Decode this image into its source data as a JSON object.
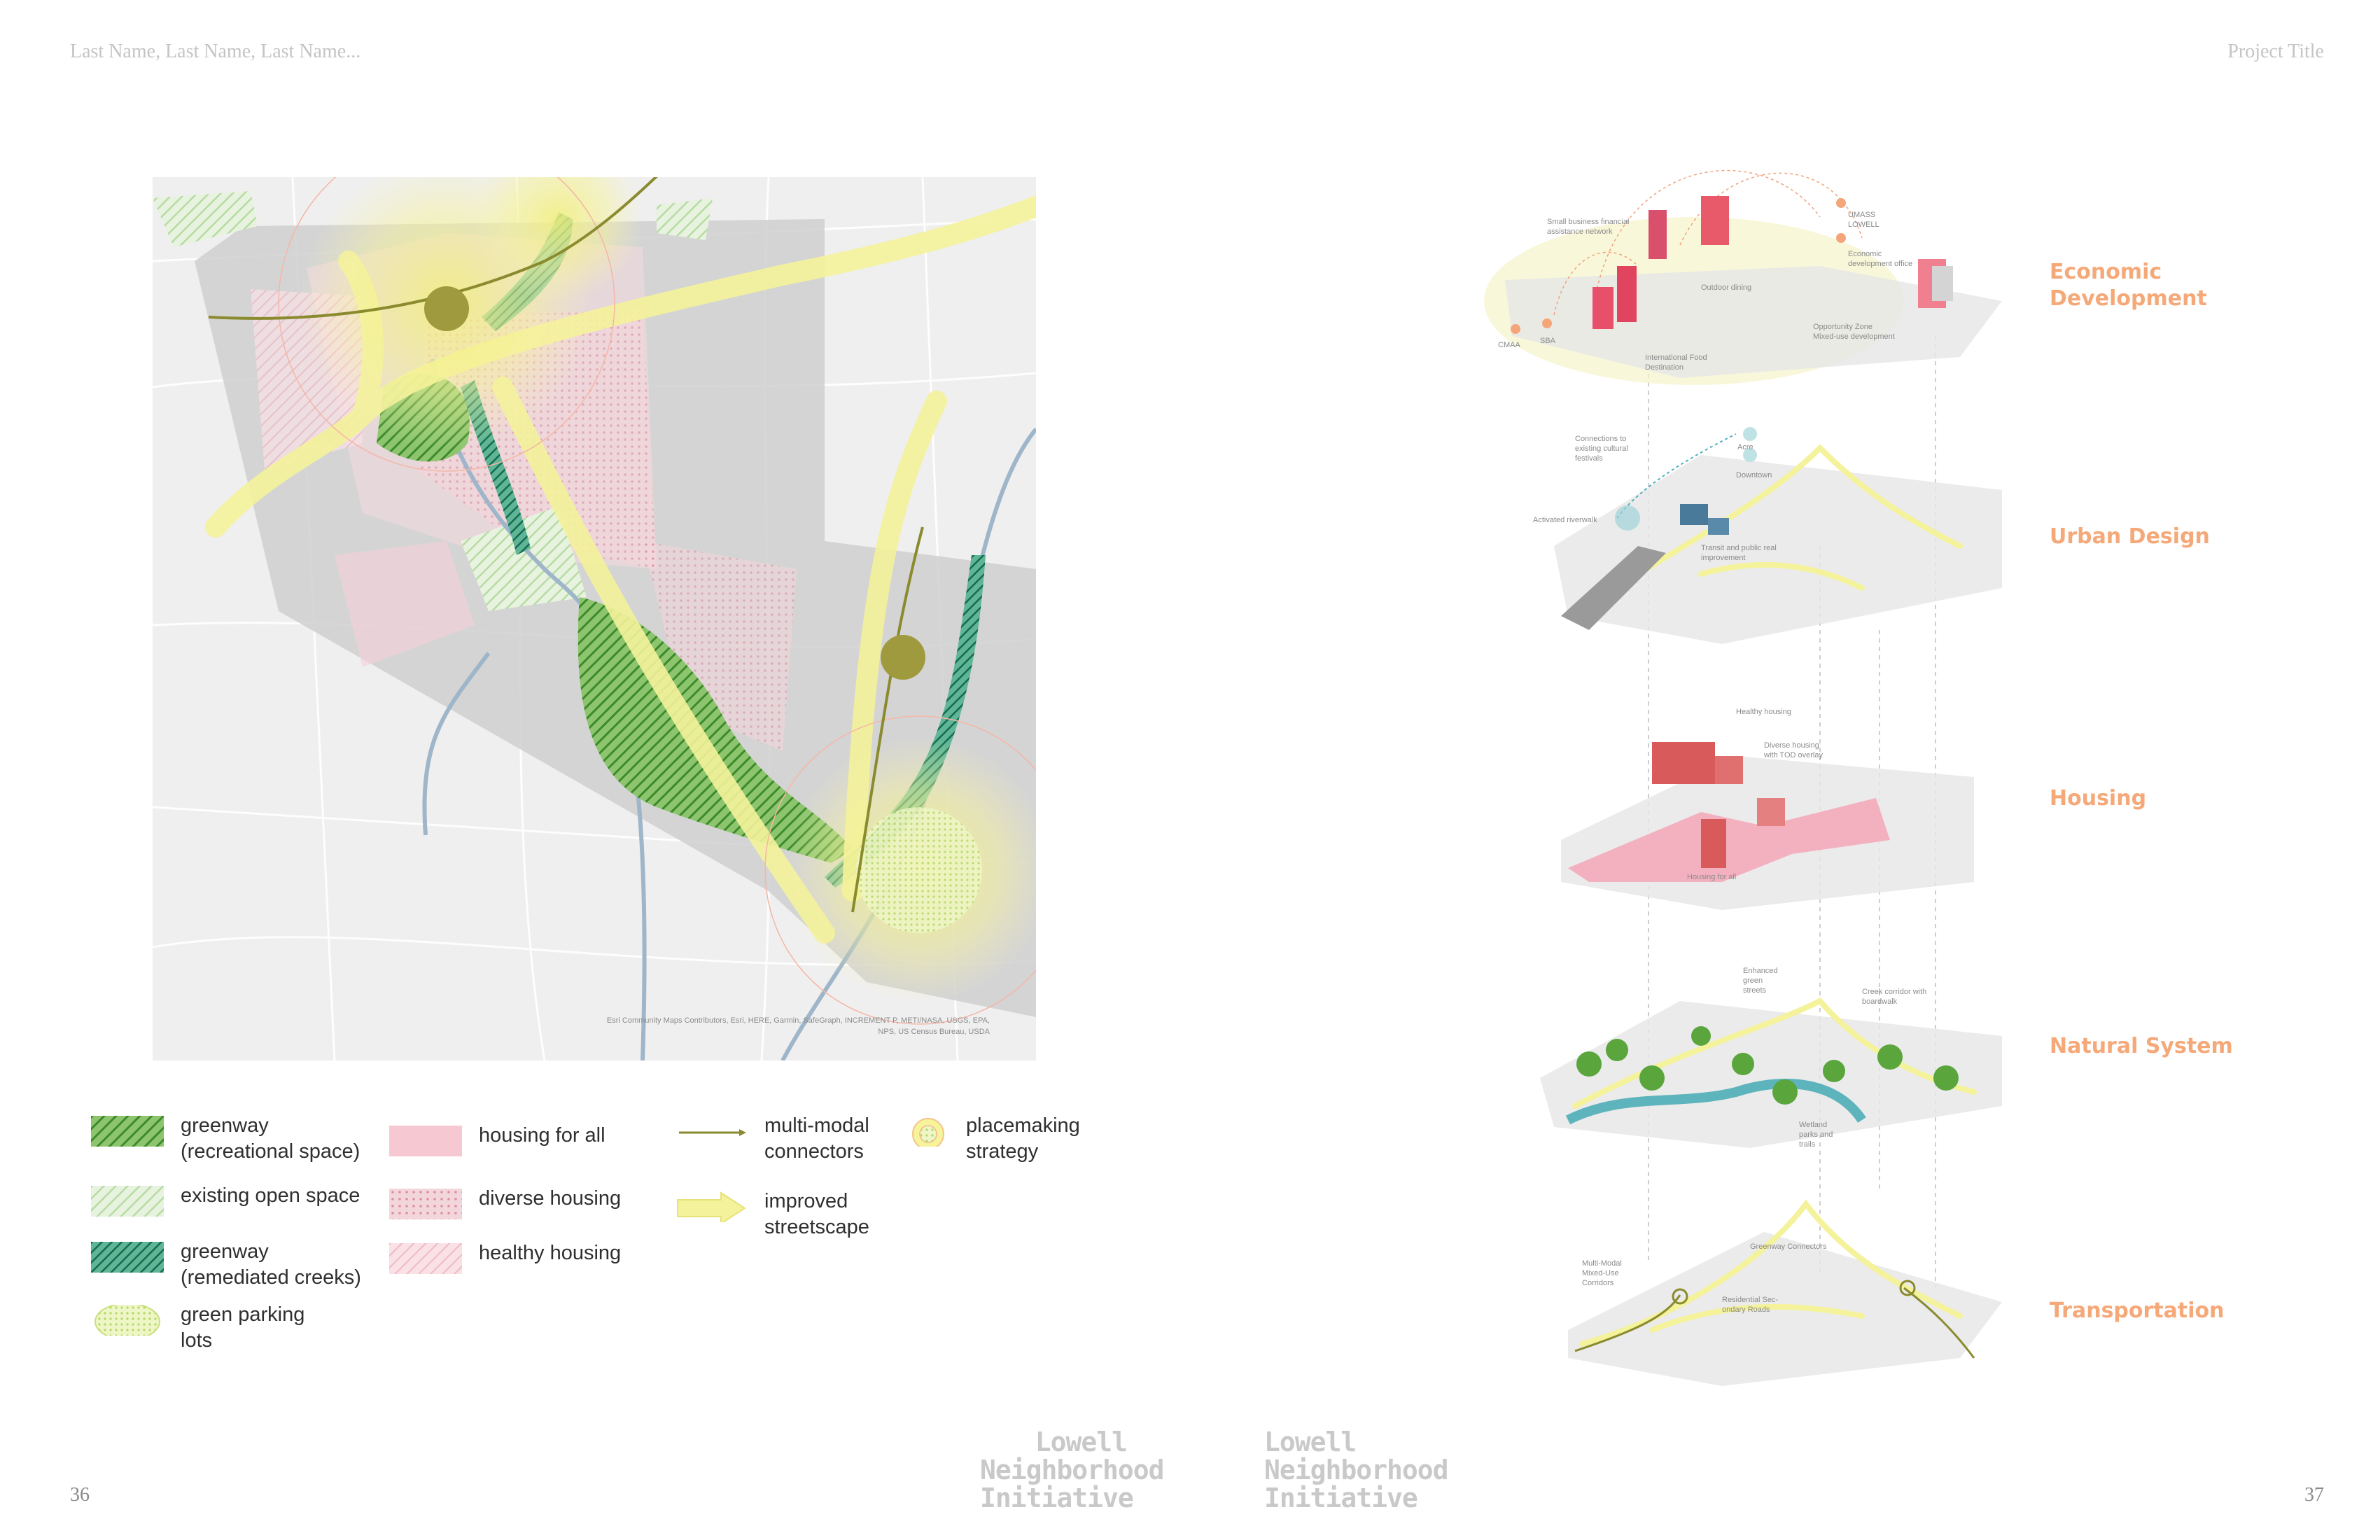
{
  "header": {
    "authors": "Last Name, Last Name, Last Name...",
    "project_title": "Project Title"
  },
  "pages": {
    "left": "36",
    "right": "37"
  },
  "map": {
    "attribution_line1": "Esri Community Maps Contributors, Esri, HERE, Garmin, SafeGraph, INCREMENT P, METI/NASA, USGS, EPA,",
    "attribution_line2": "NPS, US Census Bureau, USDA"
  },
  "legend": {
    "greenway_recreational": [
      "greenway",
      "(recreational space)"
    ],
    "existing_open_space": [
      "existing open space"
    ],
    "greenway_creeks": [
      "greenway",
      "(remediated creeks)"
    ],
    "green_parking": [
      "green parking",
      "lots"
    ],
    "housing_for_all": [
      "housing for all"
    ],
    "diverse_housing": [
      "diverse housing"
    ],
    "healthy_housing": [
      "healthy housing"
    ],
    "multimodal": [
      "multi-modal",
      "connectors"
    ],
    "streetscape": [
      "improved",
      "streetscape"
    ],
    "placemaking": [
      "placemaking",
      "strategy"
    ]
  },
  "layers": {
    "economic": [
      "Economic",
      "Development"
    ],
    "urban": [
      "Urban Design"
    ],
    "housing": [
      "Housing"
    ],
    "natural": [
      "Natural System"
    ],
    "transportation": [
      "Transportation"
    ]
  },
  "diagram_labels": {
    "small_business": [
      "Small business financial",
      "assistance network"
    ],
    "umass": [
      "UMASS",
      "LOWELL"
    ],
    "econ_office": [
      "Economic",
      "development office"
    ],
    "outdoor_dining": "Outdoor dining",
    "opportunity": [
      "Opportunity Zone",
      "Mixed-use development"
    ],
    "cmaa": "CMAA",
    "sba": "SBA",
    "intl_food": [
      "International Food",
      "Destination"
    ],
    "cultural": [
      "Connections to",
      "existing cultural",
      "festivals"
    ],
    "acre": "Acre",
    "downtown": "Downtown",
    "riverwalk": "Activated riverwalk",
    "transit": [
      "Transit and public real",
      "improvement"
    ],
    "healthy": "Healthy housing",
    "diverse": [
      "Diverse housing",
      "with TOD overlay"
    ],
    "housing_all": "Housing for all",
    "enhanced": [
      "Enhanced",
      "green",
      "streets"
    ],
    "creek": [
      "Creek corridor with",
      "boardwalk"
    ],
    "wetland": [
      "Wetland",
      "parks and",
      "trails"
    ],
    "multimodal_corr": [
      "Multi-Modal",
      "Mixed-Use",
      "Corridors"
    ],
    "greenway_conn": "Greenway Connectors",
    "residential": [
      "Residential Sec-",
      "ondary Roads"
    ]
  },
  "logo": [
    "Lowell",
    "Neighborhood",
    "Initiative"
  ],
  "colors": {
    "greenway": "#5aa53c",
    "open_space": "#bfe0b0",
    "creek": "#1f8a68",
    "housing": "#f6c8d2",
    "streetscape": "#f4f29a",
    "connector": "#8a8a2e",
    "accent": "#f5a878"
  }
}
